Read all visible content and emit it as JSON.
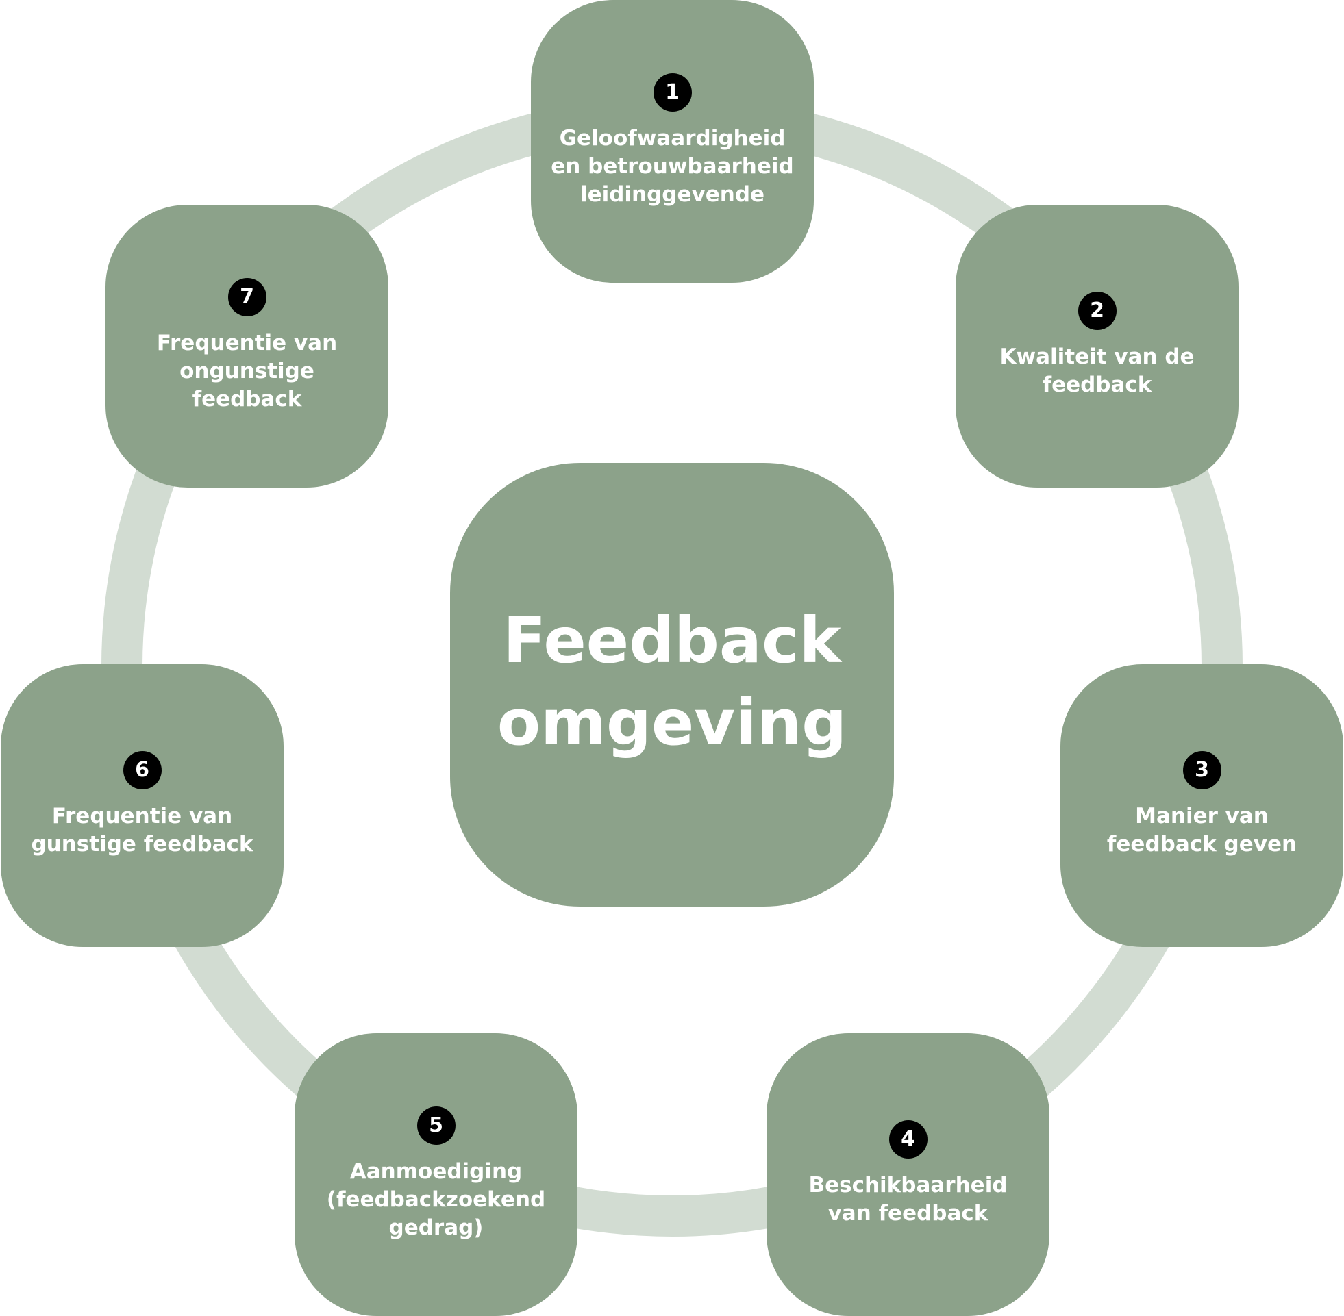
{
  "colors": {
    "node_fill": "#8ca28a",
    "ring": "#d2dcd2",
    "badge": "#000000",
    "text": "#ffffff"
  },
  "center": {
    "title": "Feedback\nomgeving"
  },
  "factors": [
    {
      "number": "1",
      "label": "Geloofwaardigheid\nen betrouwbaarheid\nleidinggevende"
    },
    {
      "number": "2",
      "label": "Kwaliteit van de\nfeedback"
    },
    {
      "number": "3",
      "label": "Manier van\nfeedback geven"
    },
    {
      "number": "4",
      "label": "Beschikbaarheid\nvan feedback"
    },
    {
      "number": "5",
      "label": "Aanmoediging\n(feedbackzoekend\ngedrag)"
    },
    {
      "number": "6",
      "label": "Frequentie van\ngunstige feedback"
    },
    {
      "number": "7",
      "label": "Frequentie van\nongunstige\nfeedback"
    }
  ]
}
